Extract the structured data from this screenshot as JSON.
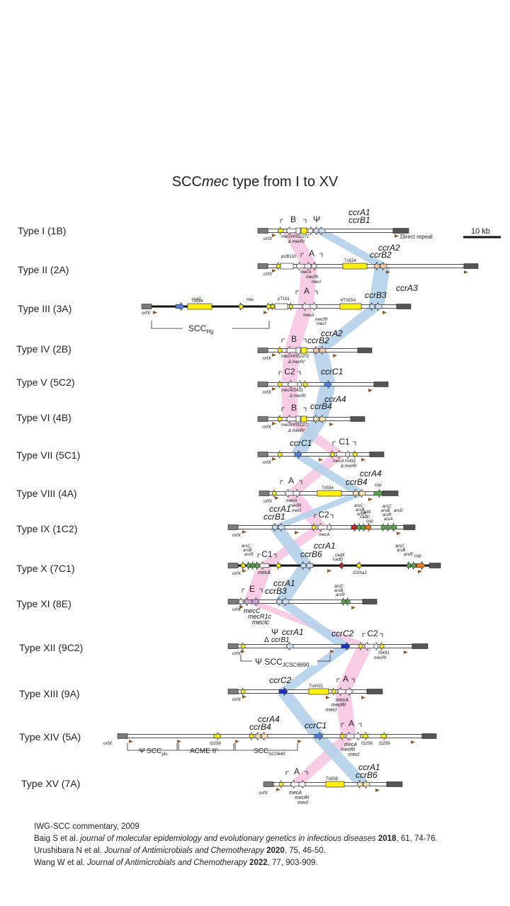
{
  "title": {
    "prefix": "SCC",
    "italic": "mec",
    "suffix": " type from I to XV"
  },
  "scale_bar": "10 kb",
  "direct_repeat": "Direct repeat",
  "types": [
    {
      "label": "Type I (1B)",
      "mec_class": "B",
      "ccr": "ccrA1 ccrB1"
    },
    {
      "label": "Type II (2A)",
      "mec_class": "A",
      "ccr": "ccrA2 ccrB2"
    },
    {
      "label": "Type III (3A)",
      "mec_class": "A",
      "ccr": "ccrA3 ccrB3"
    },
    {
      "label": "Type IV (2B)",
      "mec_class": "B",
      "ccr": "ccrA2 ccrB2"
    },
    {
      "label": "Type V (5C2)",
      "mec_class": "C2",
      "ccr": "ccrC1"
    },
    {
      "label": "Type VI (4B)",
      "mec_class": "B",
      "ccr": "ccrA4 ccrB4"
    },
    {
      "label": "Type VII (5C1)",
      "mec_class": "C1",
      "ccr": "ccrC1"
    },
    {
      "label": "Type VIII (4A)",
      "mec_class": "A",
      "ccr": "ccrA4 ccrB4"
    },
    {
      "label": "Type IX (1C2)",
      "mec_class": "C2",
      "ccr": "ccrA1 ccrB1"
    },
    {
      "label": "Type X (7C1)",
      "mec_class": "C1",
      "ccr": "ccrA1 ccrB6"
    },
    {
      "label": "Type XI (8E)",
      "mec_class": "E",
      "ccr": "ccrA1 ccrB3"
    },
    {
      "label": "Type XII (9C2)",
      "mec_class": "C2",
      "ccr": "ccrC2"
    },
    {
      "label": "Type XIII (9A)",
      "mec_class": "A",
      "ccr": "ccrC2"
    },
    {
      "label": "Type XIV (5A)",
      "mec_class": "A",
      "ccr": "ccrA4 ccrB4 / ccrC1"
    },
    {
      "label": "Type XV (7A)",
      "mec_class": "A",
      "ccr": "ccrA1 ccrB6"
    }
  ],
  "labels": {
    "orfX": "orfX",
    "mecA": "mecA",
    "mecRI": "mecRI",
    "mecI": "mecI",
    "dmecRI": "Δ mecRI",
    "psiIS1272": "ΨIS1272",
    "IS431": "IS431",
    "Tn554": "Tn554",
    "psiTn554": "ΨTn554",
    "pUB110": "pUB110",
    "pT181": "pT181",
    "mer": "mer",
    "ccrC": "ccrC",
    "SCCHg": "SCC",
    "SCCHg_sub": "Hg",
    "Tn4001": "Tn4001",
    "IS256": "IS256",
    "Tn558": "Tn558",
    "mecC": "mecC",
    "mecR1c": "mecR1c",
    "mecIc": "mecIc",
    "arsC": "arsC",
    "arsB": "arsB",
    "arsR": "arsR",
    "arsD": "arsD",
    "arsA": "arsA",
    "cadX": "cadX",
    "cadD": "cadD",
    "cop": "cop",
    "ISSha1": "ISSha1",
    "psiSCC_JCSC6690": "Ψ SCC",
    "psiSCC_sub": "JCSC6690",
    "psiSCCpls": "Ψ SCC",
    "psiSCCpls_sub": "pls",
    "ACME": "ACME II'",
    "SCCsc": "SCC",
    "SCCsc_sub": "SC0640",
    "psi": "Ψ",
    "delta": "Δ",
    "ccrB1_psi": "ccrB1"
  },
  "references": [
    {
      "plain": "IWG-SCC commentary, 2009"
    },
    {
      "plain": "Baig S et al. ",
      "italic": "journal of molecular epidemiology and evolutionary genetics in infectious diseases",
      "bold": " 2018",
      "tail": ", 61, 74-76."
    },
    {
      "plain": "Urushibara N et al. ",
      "italic": "Journal of  Antimicrobials and Chemotherapy",
      "bold": " 2020",
      "tail": ", 75, 46-50."
    },
    {
      "plain": "Wang W et al. ",
      "italic": "Journal of Antimicrobials and Chemotherapy",
      "bold": " 2022",
      "tail": ", 77, 903-909."
    }
  ],
  "colors": {
    "mec_band": "#f7c6e2",
    "ccr_band": "#b4d2ea",
    "ccr_gene": "#cfe0f2",
    "ccrC_gene": "#4f7fe0",
    "ccrC2_gene": "#1a30d0",
    "ccrA2B2_gene": "#f6cba8",
    "ccrA4B4_gene": "#fbe0b0",
    "yellow": "#ffef10",
    "is431": "#ffef10",
    "ars": "#58a84a",
    "cad": "#d0201e",
    "cop": "#f07a14",
    "orfx": "#7a7a7a",
    "end_bar": "#555555",
    "arrowhead": "#8a5a30"
  }
}
